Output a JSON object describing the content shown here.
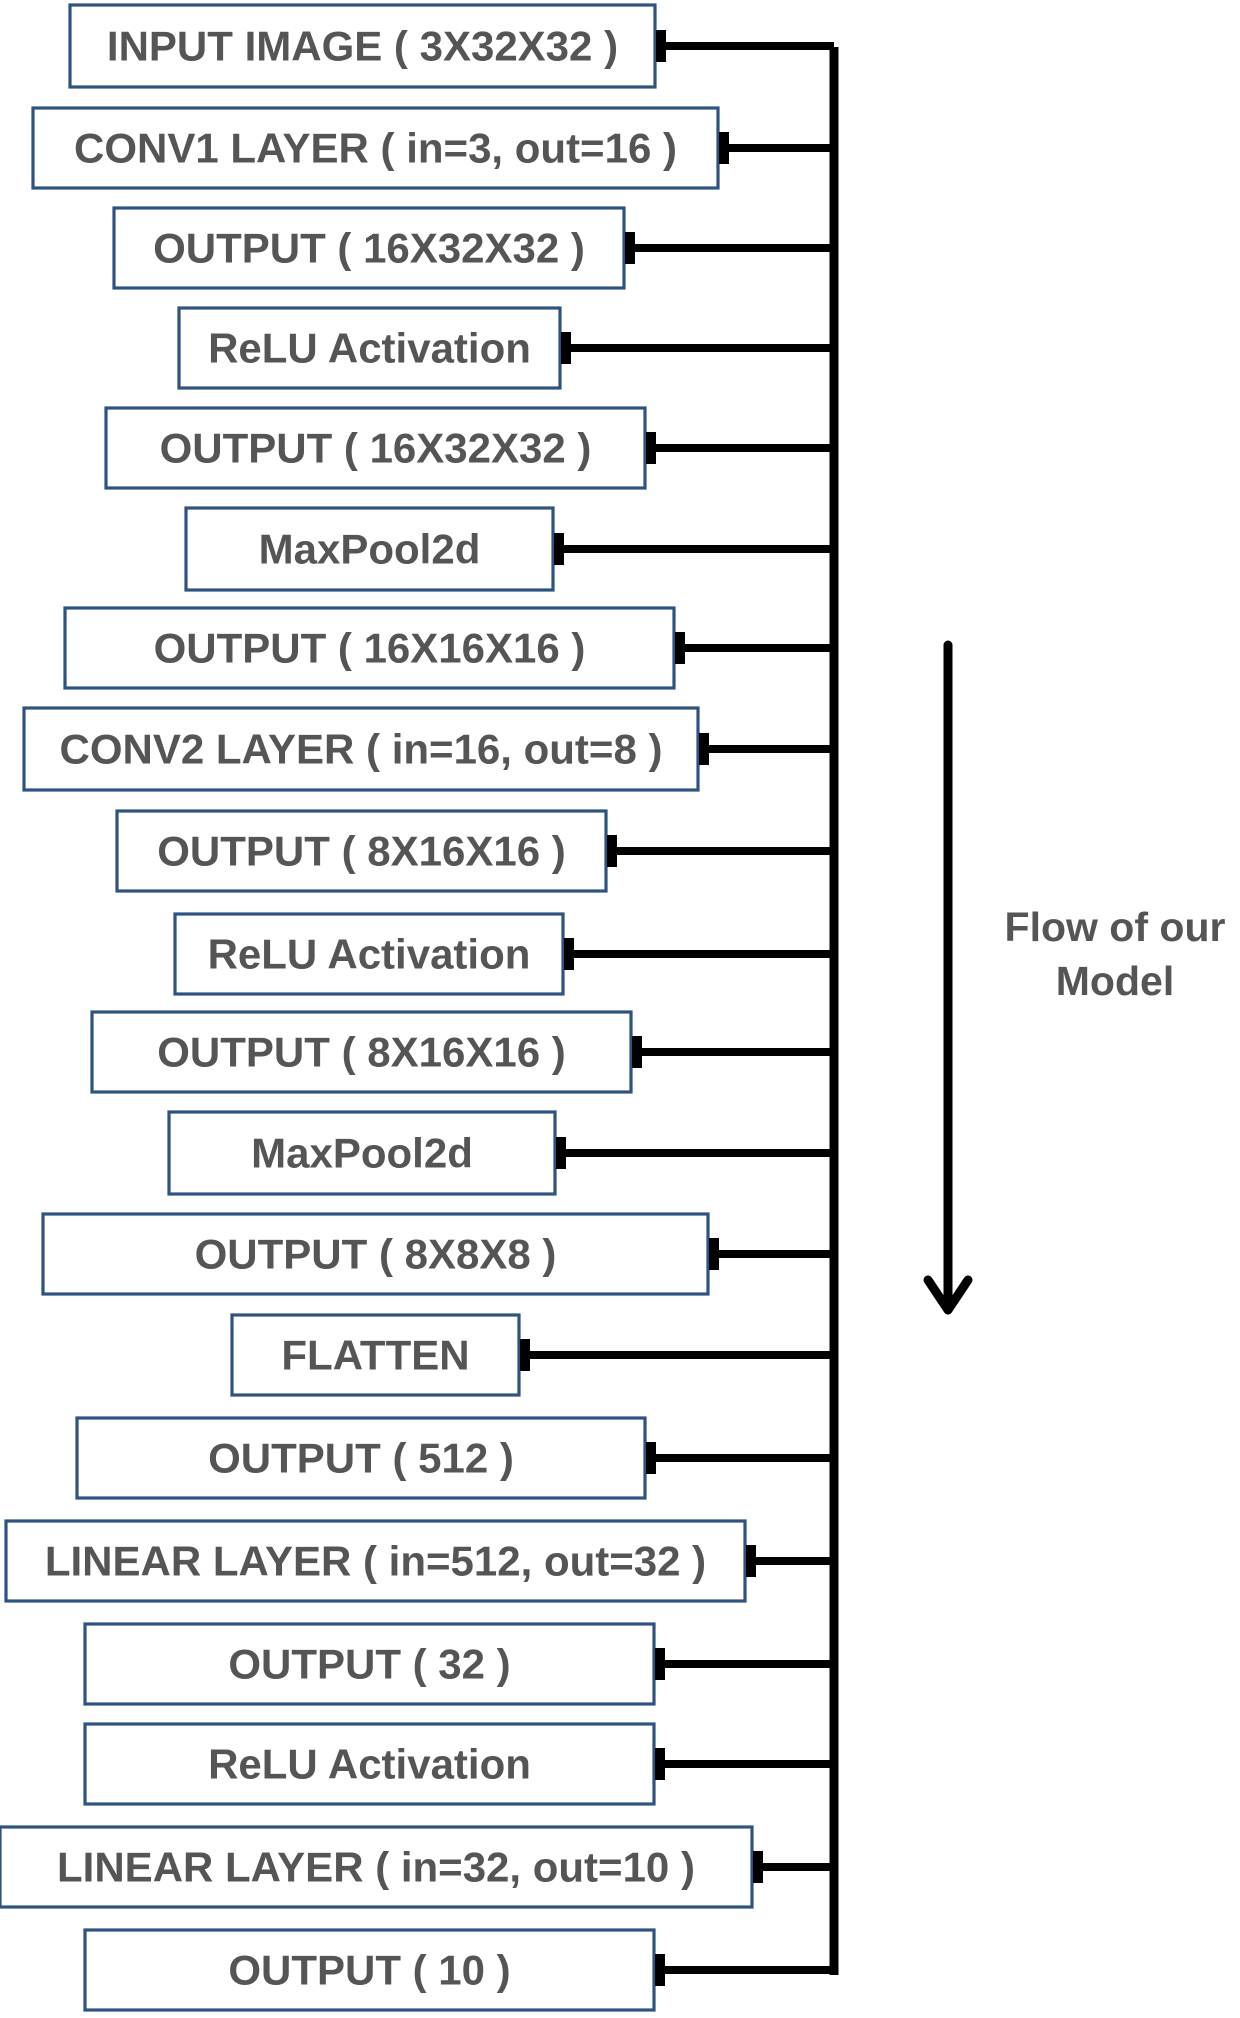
{
  "layers": [
    "INPUT IMAGE ( 3X32X32 )",
    "CONV1 LAYER ( in=3, out=16 )",
    "OUTPUT ( 16X32X32 )",
    "ReLU Activation",
    "OUTPUT ( 16X32X32 )",
    "MaxPool2d",
    "OUTPUT ( 16X16X16 )",
    "CONV2 LAYER ( in=16, out=8 )",
    "OUTPUT ( 8X16X16 )",
    "ReLU Activation",
    "OUTPUT ( 8X16X16 )",
    "MaxPool2d",
    "OUTPUT ( 8X8X8 )",
    "FLATTEN",
    "OUTPUT ( 512 )",
    "LINEAR LAYER ( in=512, out=32 )",
    "OUTPUT ( 32 )",
    "ReLU Activation",
    "LINEAR LAYER ( in=32, out=10 )",
    "OUTPUT ( 10 )"
  ],
  "flow_label": {
    "line1": "Flow of our",
    "line2": "Model"
  }
}
